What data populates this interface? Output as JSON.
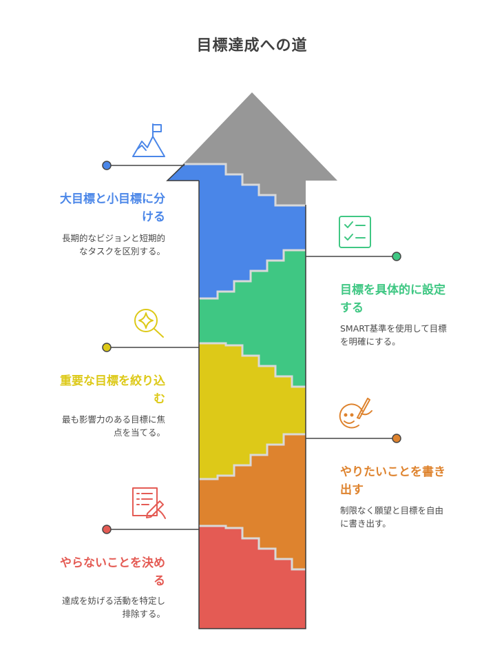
{
  "title": "目標達成への道",
  "colors": {
    "arrow_head": "#979797",
    "blue": "#4a86e8",
    "green": "#3fc783",
    "yellow": "#ddc918",
    "orange": "#de832e",
    "red": "#e45b54",
    "connector": "#444444"
  },
  "steps": [
    {
      "heading_line1": "大目標と小目標に分",
      "heading_line2": "ける",
      "desc_line1": "長期的なビジョンと短期的",
      "desc_line2": "なタスクを区別する。",
      "icon": "mountain-flag-icon"
    },
    {
      "heading_line1": "目標を具体的に設定",
      "heading_line2": "する",
      "desc_line1": "SMART基準を使用して目標",
      "desc_line2": "を明確にする。",
      "icon": "checklist-icon"
    },
    {
      "heading_line1": "重要な目標を絞り込",
      "heading_line2": "む",
      "desc_line1": "最も影響力のある目標に焦",
      "desc_line2": "点を当てる。",
      "icon": "magnifier-sparkle-icon"
    },
    {
      "heading_line1": "やりたいことを書き",
      "heading_line2": "出す",
      "desc_line1": "制限なく願望と目標を自由",
      "desc_line2": "に書き出す。",
      "icon": "happy-face-pen-icon"
    },
    {
      "heading_line1": "やらないことを決め",
      "heading_line2": "る",
      "desc_line1": "達成を妨げる活動を特定し",
      "desc_line2": "排除する。",
      "icon": "document-pen-icon"
    }
  ]
}
